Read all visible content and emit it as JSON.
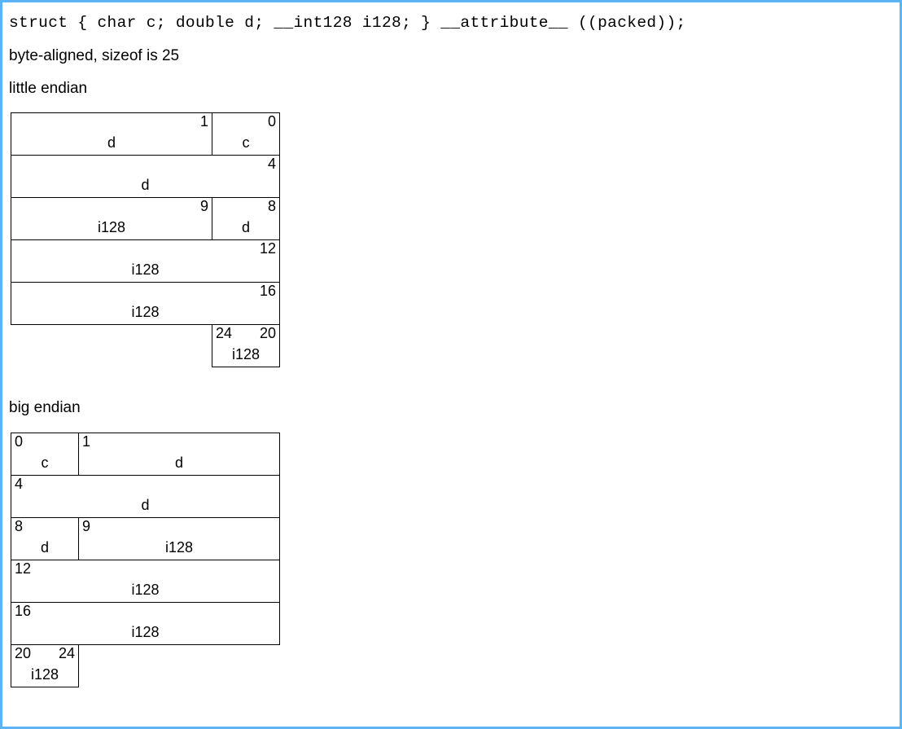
{
  "page": {
    "accent_border_color": "#5cb3f8",
    "background_color": "#ffffff",
    "line_color": "#000000"
  },
  "declaration": "struct { char c; double d; __int128 i128; } __attribute__ ((packed));",
  "alignment_note": "byte-aligned, sizeof is 25",
  "sections": [
    {
      "id": "little-endian",
      "title": "little endian",
      "offset_alignment": "right",
      "columns": 2,
      "rows": [
        {
          "cells": [
            {
              "span": 1,
              "type": "field",
              "width_pct": 75,
              "offsets": [
                "1"
              ],
              "field": "d"
            },
            {
              "span": 1,
              "type": "field",
              "width_pct": 25,
              "offsets": [
                "0"
              ],
              "field": "c"
            }
          ]
        },
        {
          "cells": [
            {
              "span": 2,
              "type": "field",
              "width_pct": 100,
              "offsets": [
                "4"
              ],
              "field": "d"
            }
          ]
        },
        {
          "cells": [
            {
              "span": 1,
              "type": "field",
              "width_pct": 75,
              "offsets": [
                "9"
              ],
              "field": "i128"
            },
            {
              "span": 1,
              "type": "field",
              "width_pct": 25,
              "offsets": [
                "8"
              ],
              "field": "d"
            }
          ]
        },
        {
          "cells": [
            {
              "span": 2,
              "type": "field",
              "width_pct": 100,
              "offsets": [
                "12"
              ],
              "field": "i128"
            }
          ]
        },
        {
          "cells": [
            {
              "span": 2,
              "type": "field",
              "width_pct": 100,
              "offsets": [
                "16"
              ],
              "field": "i128"
            }
          ]
        },
        {
          "cells": [
            {
              "span": 1,
              "type": "empty",
              "width_pct": 75,
              "offsets": [],
              "field": ""
            },
            {
              "span": 1,
              "type": "field-pair",
              "width_pct": 25,
              "offsets": [
                "24",
                "20"
              ],
              "field": "i128"
            }
          ]
        }
      ]
    },
    {
      "id": "big-endian",
      "title": "big endian",
      "offset_alignment": "left",
      "columns": 2,
      "rows": [
        {
          "cells": [
            {
              "span": 1,
              "type": "field",
              "width_pct": 25,
              "offsets": [
                "0"
              ],
              "field": "c"
            },
            {
              "span": 1,
              "type": "field",
              "width_pct": 75,
              "offsets": [
                "1"
              ],
              "field": "d"
            }
          ]
        },
        {
          "cells": [
            {
              "span": 2,
              "type": "field",
              "width_pct": 100,
              "offsets": [
                "4"
              ],
              "field": "d"
            }
          ]
        },
        {
          "cells": [
            {
              "span": 1,
              "type": "field",
              "width_pct": 25,
              "offsets": [
                "8"
              ],
              "field": "d"
            },
            {
              "span": 1,
              "type": "field",
              "width_pct": 75,
              "offsets": [
                "9"
              ],
              "field": "i128"
            }
          ]
        },
        {
          "cells": [
            {
              "span": 2,
              "type": "field",
              "width_pct": 100,
              "offsets": [
                "12"
              ],
              "field": "i128"
            }
          ]
        },
        {
          "cells": [
            {
              "span": 2,
              "type": "field",
              "width_pct": 100,
              "offsets": [
                "16"
              ],
              "field": "i128"
            }
          ]
        },
        {
          "cells": [
            {
              "span": 1,
              "type": "field-pair",
              "width_pct": 25,
              "offsets": [
                "20",
                "24"
              ],
              "field": "i128"
            },
            {
              "span": 1,
              "type": "empty",
              "width_pct": 75,
              "offsets": [],
              "field": ""
            }
          ]
        }
      ]
    }
  ]
}
